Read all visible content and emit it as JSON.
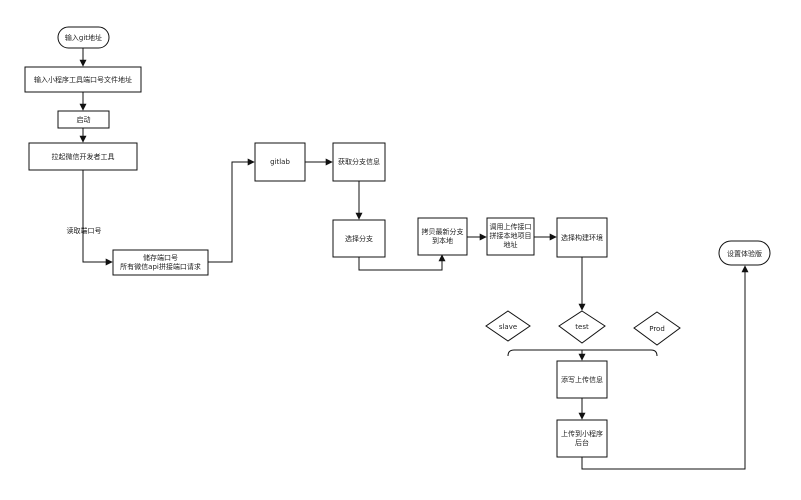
{
  "nodes": {
    "input_git": "输入git地址",
    "input_port_file": "输入小程序工具端口号文件地址",
    "start": "启动",
    "open_devtools": "拉起微信开发者工具",
    "read_port_label": "读取端口号",
    "store_port_line1": "储存端口号",
    "store_port_line2": "所有微信api拼接端口请求",
    "gitlab": "gitlab",
    "get_branch": "获取分支信息",
    "choose_branch": "选择分支",
    "copy_branch_line1": "拷贝最新分支",
    "copy_branch_line2": "到本地",
    "call_upload_line1": "调用上传接口",
    "call_upload_line2": "拼接本地项目",
    "call_upload_line3": "地址",
    "choose_env": "选择构建环境",
    "env_slave": "slave",
    "env_test": "test",
    "env_prod": "Prod",
    "fill_upload": "添写上传信息",
    "upload_line1": "上传到小程序",
    "upload_line2": "后台",
    "set_trial": "设置体验版"
  }
}
